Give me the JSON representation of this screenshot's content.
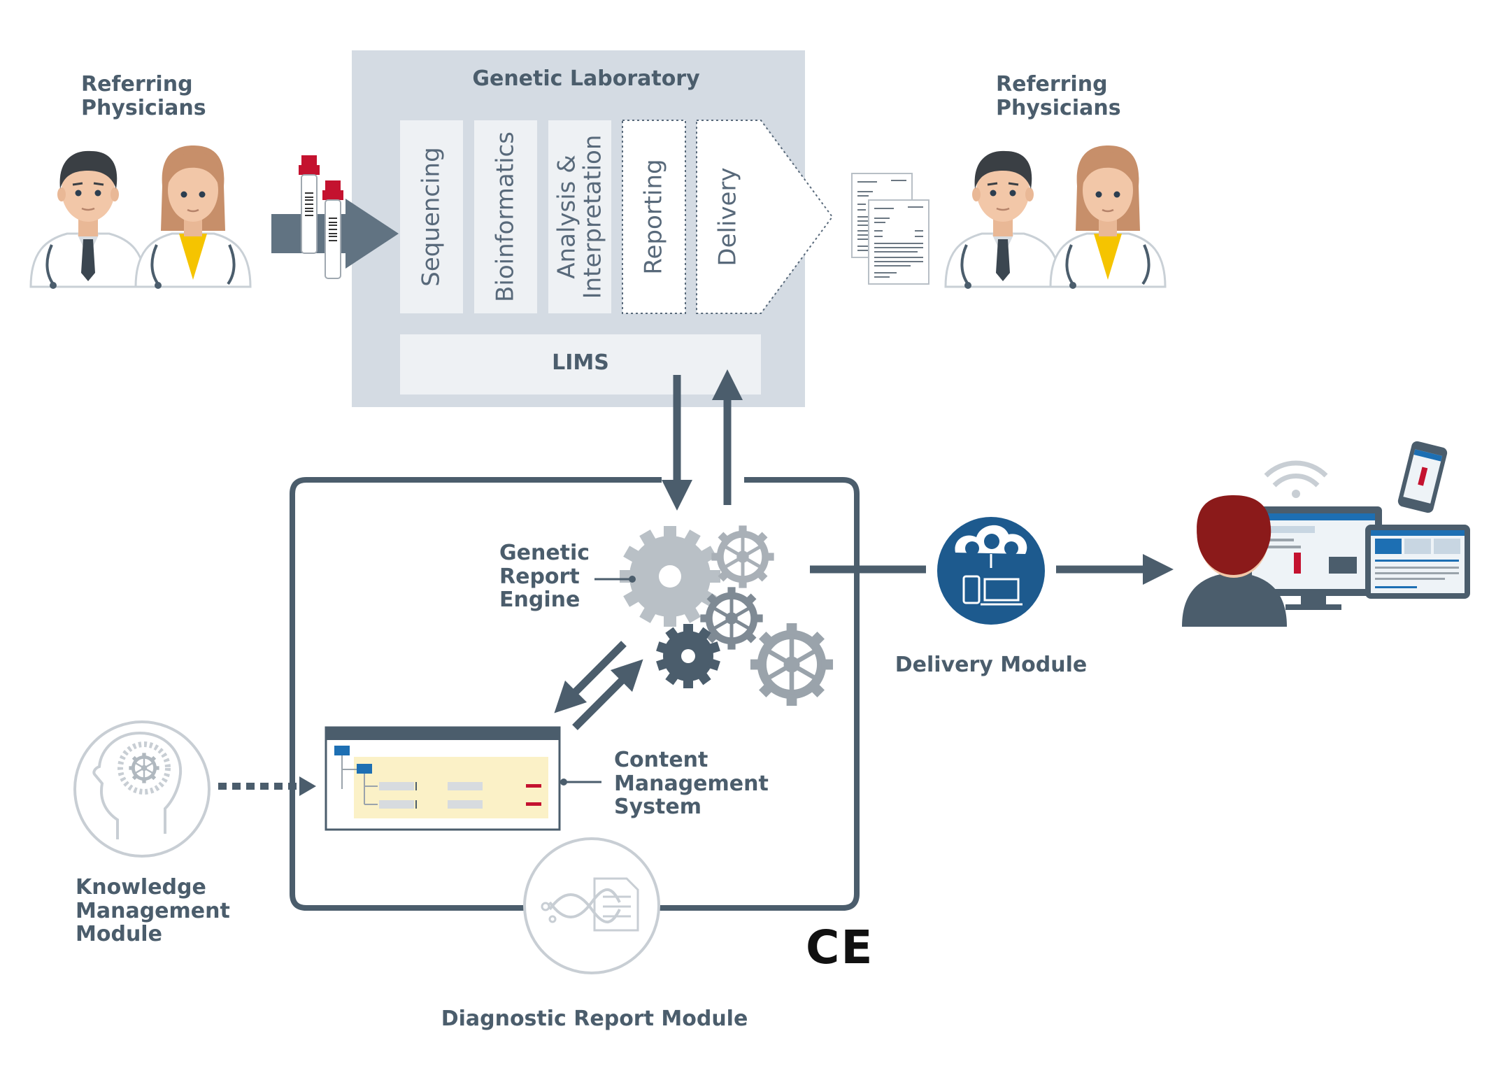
{
  "left_physicians": {
    "line1": "Referring",
    "line2": "Physicians"
  },
  "right_physicians": {
    "line1": "Referring",
    "line2": "Physicians"
  },
  "lab": {
    "title": "Genetic Laboratory",
    "steps": [
      {
        "line1": "Sequencing",
        "line2": ""
      },
      {
        "line1": "Bioinformatics",
        "line2": ""
      },
      {
        "line1": "Analysis &",
        "line2": "Interpretation"
      },
      {
        "line1": "Reporting",
        "line2": ""
      },
      {
        "line1": "Delivery",
        "line2": ""
      }
    ],
    "lims": "LIMS"
  },
  "engine": {
    "line1": "Genetic",
    "line2": "Report",
    "line3": "Engine"
  },
  "cms": {
    "line1": "Content",
    "line2": "Management",
    "line3": "System"
  },
  "knowledge": {
    "line1": "Knowledge",
    "line2": "Management",
    "line3": "Module"
  },
  "diagnostic": "Diagnostic Report Module",
  "delivery": "Delivery Module",
  "ce_mark": "CE",
  "colors": {
    "lab_bg": "#d4dbe3",
    "step_bg": "#eef1f4",
    "dark": "#4b5d6c",
    "gear_light": "#b9c0c6",
    "gear_mid": "#8e979f",
    "delivery_blue": "#1d5a8e",
    "tube_red": "#c4122f",
    "hair_dark": "#3a3f44",
    "skin": "#f2c7a8",
    "viewer_hair": "#8b1a1a"
  }
}
